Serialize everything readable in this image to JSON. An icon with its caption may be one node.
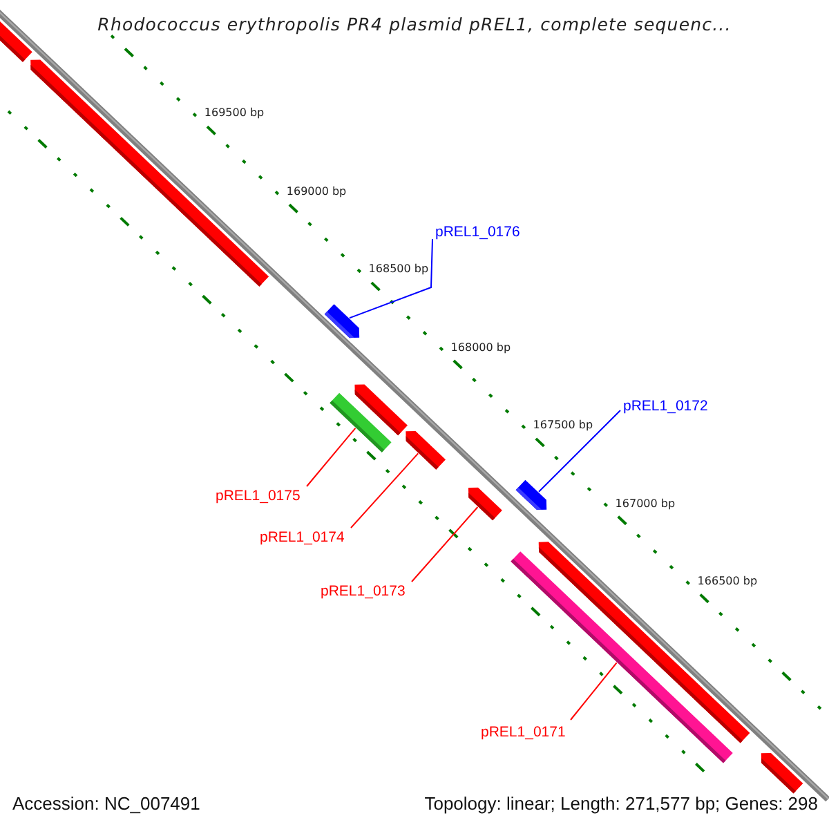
{
  "diagram": {
    "title": "Rhodococcus erythropolis PR4 plasmid pREL1, complete sequenc...",
    "nodes": [
      {
        "text": [],
        "shape": "bar"
      },
      {
        "text": [],
        "shape": "bar"
      },
      {
        "text": [],
        "shape": "bar"
      },
      {
        "text": [],
        "shape": "bar"
      },
      {
        "text": [],
        "shape": "bar"
      },
      {
        "text": [],
        "shape": "bar"
      },
      {
        "text": [],
        "shape": "bar"
      },
      {
        "text": [],
        "shape": "bar"
      },
      {
        "text": [],
        "shape": "bar"
      },
      {
        "text": [],
        "shape": "bar"
      },
      {
        "text": [],
        "shape": "bar"
      },
      {
        "text": [
          "pREL1_0176"
        ]
      },
      {
        "text": [
          "pREL1_0172"
        ]
      },
      {
        "text": [
          "pREL1_0175"
        ]
      },
      {
        "text": [
          "pREL1_0174"
        ]
      },
      {
        "text": [
          "pREL1_0173"
        ]
      },
      {
        "text": [
          "pREL1_0171"
        ]
      }
    ],
    "edges": [
      {
        "from": 11,
        "to": 2,
        "arrow": "none",
        "color": "#0000ff"
      },
      {
        "from": 12,
        "to": 7,
        "arrow": "none",
        "color": "#0000ff"
      },
      {
        "from": 13,
        "to": 3,
        "arrow": "none"
      },
      {
        "from": 14,
        "to": 5,
        "arrow": "none"
      },
      {
        "from": 15,
        "to": 6,
        "arrow": "none"
      },
      {
        "from": 16,
        "to": 9,
        "arrow": "none"
      }
    ],
    "labels": [
      "169500 bp",
      "169000 bp",
      "168500 bp",
      "168000 bp",
      "167500 bp",
      "167000 bp",
      "166500 bp",
      "Accession: NC_007491",
      "Topology: linear; Length: 271,577 bp; Genes: 298"
    ]
  }
}
